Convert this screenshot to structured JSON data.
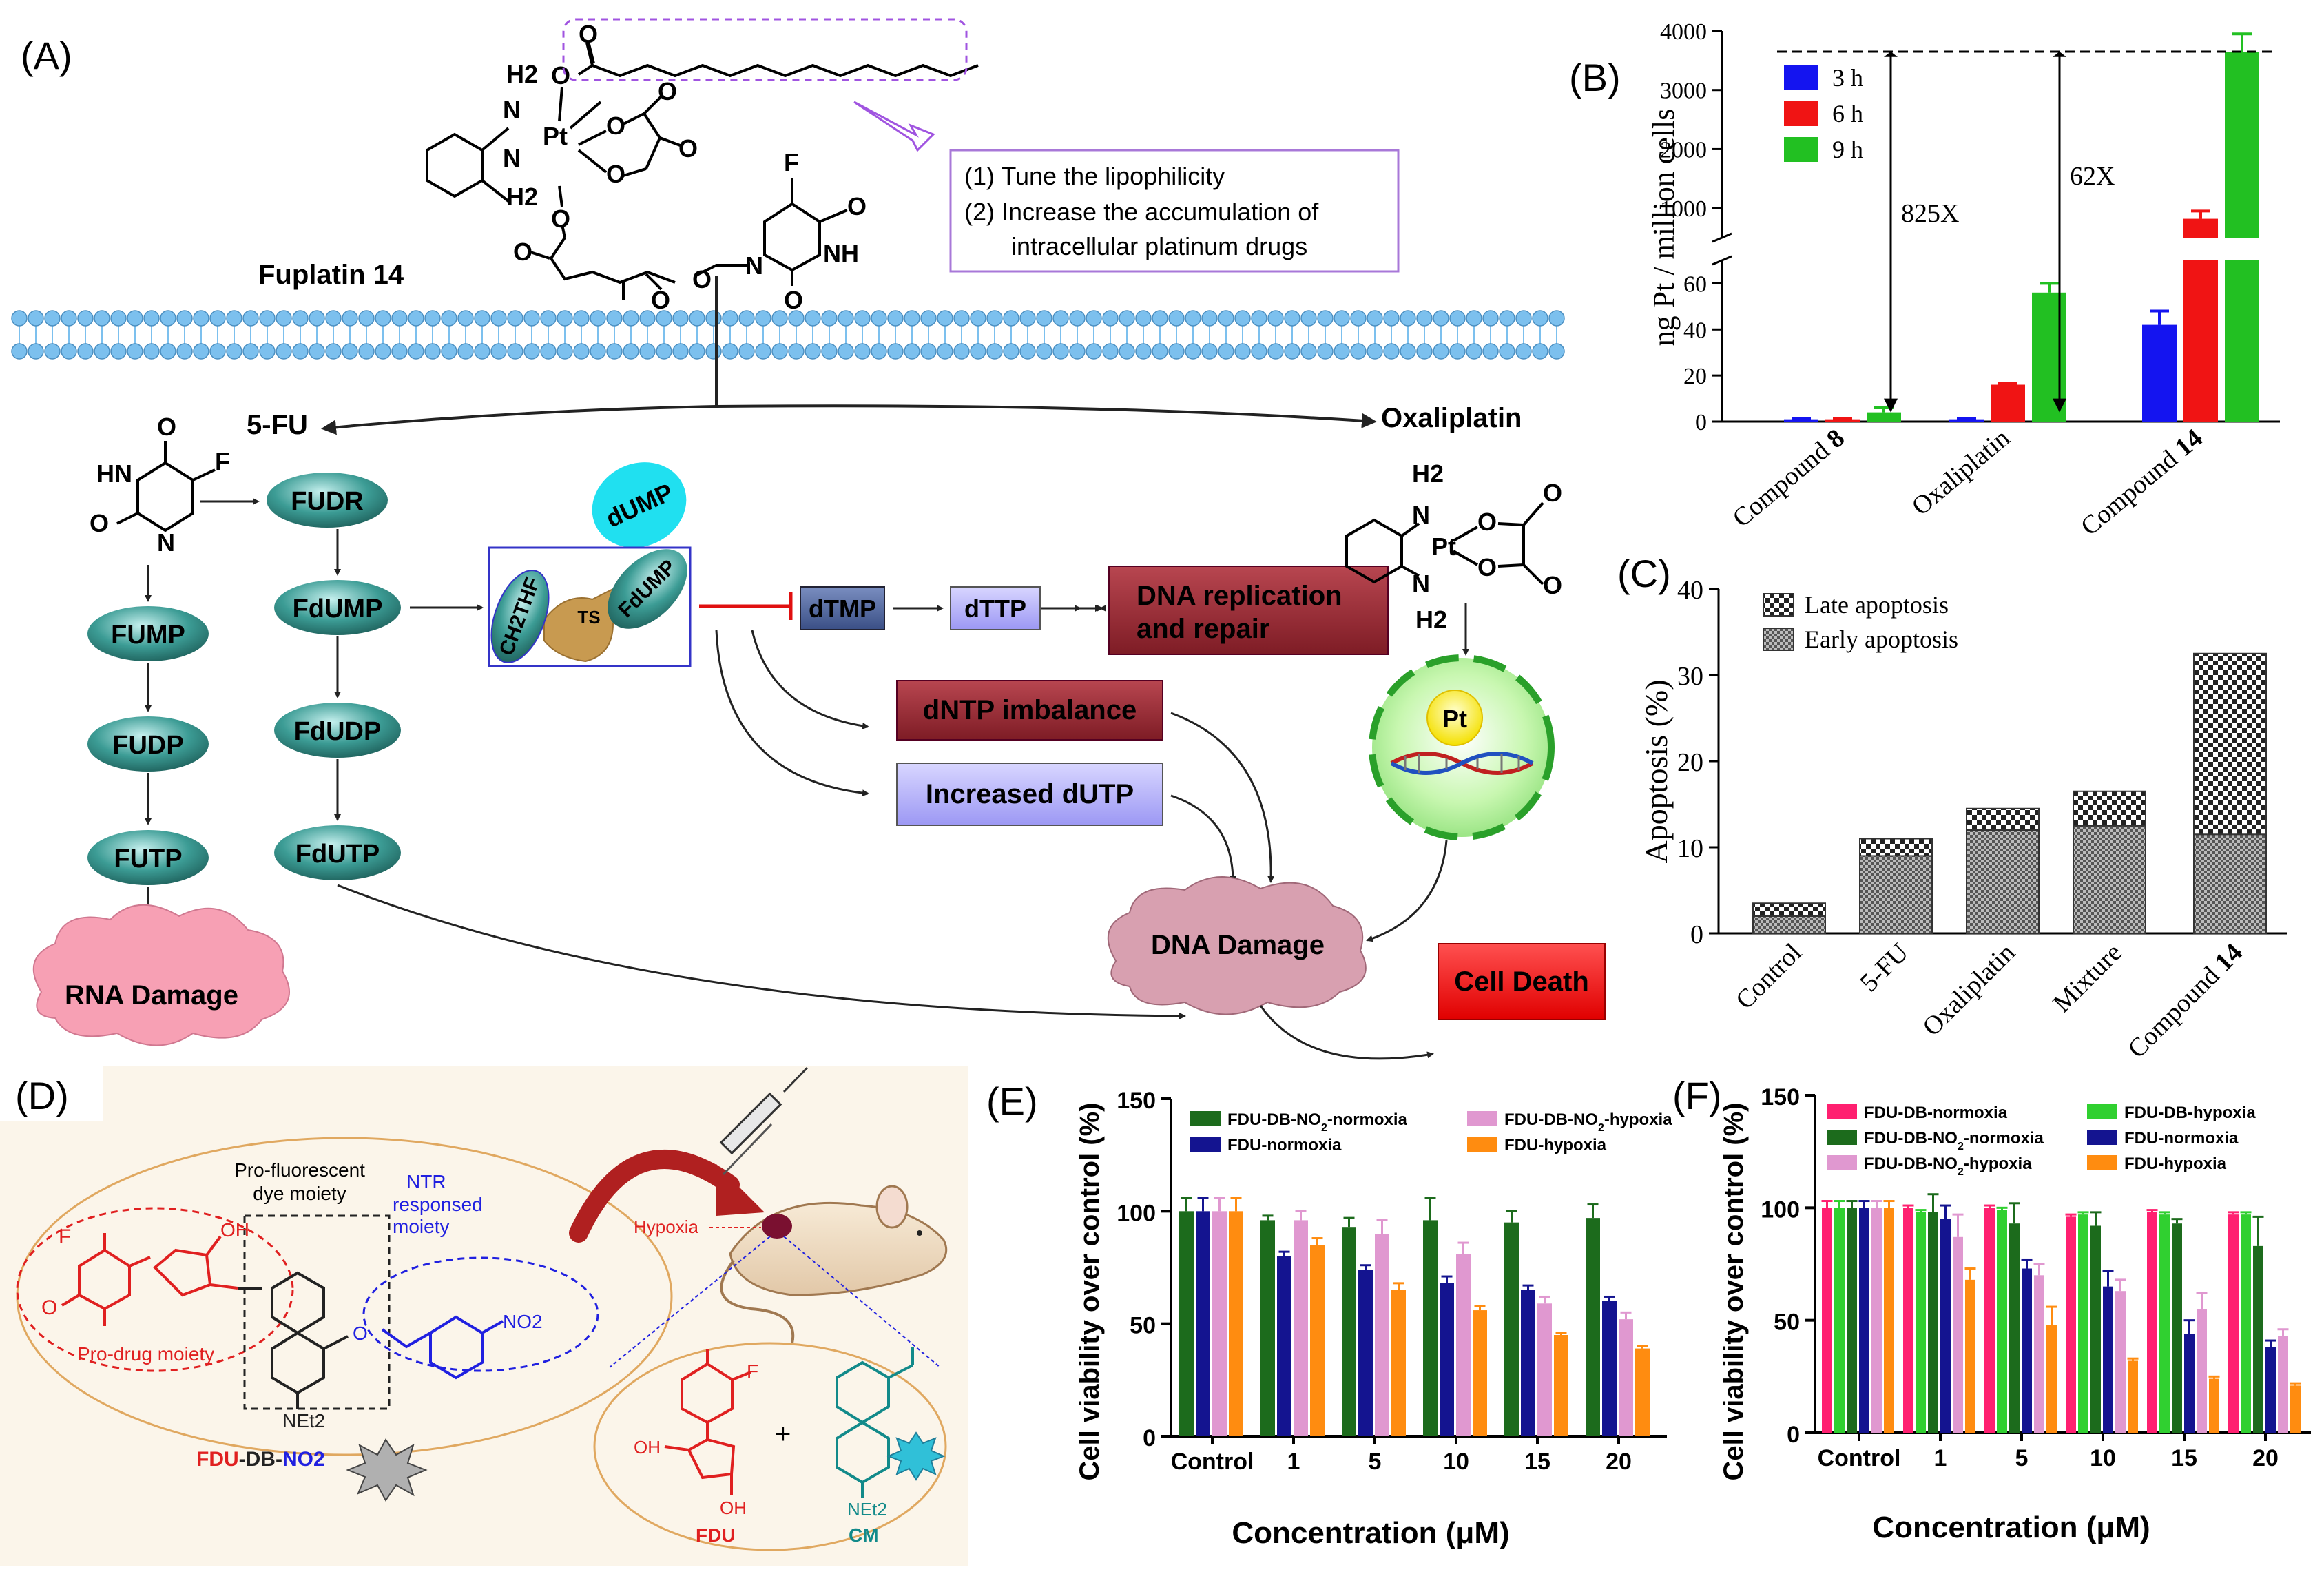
{
  "panels": {
    "A": "(A)",
    "B": "(B)",
    "C": "(C)",
    "D": "(D)",
    "E": "(E)",
    "F": "(F)"
  },
  "panelA": {
    "fuplatin": "Fuplatin 14",
    "note1": "(1) Tune the lipophilicity",
    "note2": "(2) Increase the accumulation of",
    "note3": "intracellular platinum drugs",
    "fu5": "5-FU",
    "oxaliplatin": "Oxaliplatin",
    "fudr": "FUDR",
    "fump": "FUMP",
    "fudp": "FUDP",
    "futp": "FUTP",
    "fdump": "FdUMP",
    "fdudp": "FdUDP",
    "fdutp": "FdUTP",
    "dump": "dUMP",
    "ch2thf": "CH2THF",
    "ts": "TS",
    "fdump_complex": "FdUMP",
    "dtmp": "dTMP",
    "dttp": "dTTP",
    "dna_rep1": "DNA replication",
    "dna_rep2": "and repair",
    "dntp": "dNTP imbalance",
    "dutp": "Increased dUTP",
    "rna_damage": "RNA Damage",
    "dna_damage": "DNA Damage",
    "cell_death": "Cell Death",
    "pt": "Pt",
    "atoms": {
      "H2": "H2",
      "N": "N",
      "Pt": "Pt",
      "O": "O",
      "F": "F",
      "HN": "HN",
      "NH": "NH"
    }
  },
  "panelD": {
    "profluor1": "Pro-fluorescent",
    "profluor2": "dye moiety",
    "ntr1": "NTR",
    "ntr2": "responsed",
    "ntr3": "moiety",
    "prodrug": "Pro-drug moiety",
    "hypoxia": "Hypoxia",
    "fdu_db": "FDU",
    "db": "-DB-",
    "no2": "NO2",
    "fdu": "FDU",
    "cm": "CM",
    "net2": "NEt2",
    "oh": "OH",
    "plus": "+"
  },
  "colors": {
    "blue3h": "#1414f0",
    "red6h": "#f01414",
    "green9h": "#22c022",
    "oval_teal": "#2e8c86",
    "dark_red_box": "#9a2832",
    "light_blue_box": "#b6b4ff",
    "dna_damage_pink": "#d8a0b0",
    "rna_damage_pink": "#f7a0b4",
    "cell_death_red": "#f01010",
    "dump_cyan": "#20e0f0",
    "membrane_blue": "#7cc0ee",
    "normoxia_dkgreen": "#1c6b1c",
    "normoxia_navy": "#141490",
    "hypoxia_pink": "#e098d0",
    "hypoxia_orange": "#ff8c10",
    "db_normoxia_pink": "#ff2070",
    "db_hypoxia_green": "#30d030"
  },
  "chart_data": [
    {
      "type": "bar",
      "panel": "B",
      "ylabel": "ng Pt / million cells",
      "categories": [
        "Compound 8",
        "Oxaliplatin",
        "Compound 14"
      ],
      "series": [
        {
          "name": "3 h",
          "values": [
            1,
            1,
            42
          ],
          "errors": [
            0.3,
            0.3,
            6
          ]
        },
        {
          "name": "6 h",
          "values": [
            1,
            16,
            820
          ],
          "errors": [
            0.3,
            0.5,
            130
          ]
        },
        {
          "name": "9 h",
          "values": [
            4,
            56,
            3650
          ],
          "errors": [
            2,
            4,
            300
          ]
        }
      ],
      "broken_axis": {
        "lower": [
          0,
          70
        ],
        "upper": [
          500,
          4000
        ]
      },
      "lower_ticks": [
        "0",
        "20",
        "40",
        "60"
      ],
      "upper_ticks": [
        "1000",
        "2000",
        "3000",
        "4000"
      ],
      "annotations": [
        "825X",
        "62X"
      ],
      "legend": "top-left"
    },
    {
      "type": "bar",
      "panel": "C",
      "ylabel": "Apoptosis (%)",
      "categories": [
        "Control",
        "5-FU",
        "Oxaliplatin",
        "Mixture",
        "Compound 14"
      ],
      "series": [
        {
          "name": "Early apoptosis",
          "values": [
            2,
            9,
            12,
            12.5,
            11.5
          ]
        },
        {
          "name": "Late apoptosis",
          "values": [
            1.5,
            2,
            2.5,
            4,
            21
          ]
        }
      ],
      "ylim": [
        0,
        40
      ],
      "ticks": [
        "0",
        "10",
        "20",
        "30",
        "40"
      ],
      "stacked": true,
      "legend": "top-left"
    },
    {
      "type": "bar",
      "panel": "E",
      "ylabel": "Cell viability over control (%)",
      "xlabel": "Concentration (μM)",
      "categories": [
        "Control",
        "1",
        "5",
        "10",
        "15",
        "20"
      ],
      "series": [
        {
          "name": "FDU-DB-NO2-normoxia",
          "values": [
            100,
            96,
            93,
            96,
            95,
            97
          ],
          "errors": [
            6,
            2,
            4,
            10,
            5,
            6
          ]
        },
        {
          "name": "FDU-normoxia",
          "values": [
            100,
            80,
            74,
            68,
            65,
            60
          ],
          "errors": [
            6,
            2,
            2,
            3,
            2,
            2
          ]
        },
        {
          "name": "FDU-DB-NO2-hypoxia",
          "values": [
            100,
            96,
            90,
            81,
            59,
            52
          ],
          "errors": [
            6,
            4,
            6,
            5,
            3,
            3
          ]
        },
        {
          "name": "FDU-hypoxia",
          "values": [
            100,
            85,
            65,
            56,
            45,
            39
          ],
          "errors": [
            6,
            3,
            3,
            2,
            1,
            1
          ]
        }
      ],
      "ylim": [
        0,
        150
      ],
      "ticks": [
        "0",
        "50",
        "100",
        "150"
      ],
      "legend": "top"
    },
    {
      "type": "bar",
      "panel": "F",
      "ylabel": "Cell viability over control (%)",
      "xlabel": "Concentration (μM)",
      "categories": [
        "Control",
        "1",
        "5",
        "10",
        "15",
        "20"
      ],
      "series": [
        {
          "name": "FDU-DB-normoxia",
          "values": [
            100,
            100,
            100,
            96,
            98,
            97
          ],
          "errors": [
            3,
            1,
            1,
            1,
            1,
            1
          ]
        },
        {
          "name": "FDU-DB-hypoxia",
          "values": [
            100,
            98,
            99,
            97,
            97,
            97
          ],
          "errors": [
            3,
            1,
            1,
            1,
            1,
            1
          ]
        },
        {
          "name": "FDU-DB-NO2-normoxia",
          "values": [
            100,
            98,
            93,
            92,
            93,
            83
          ],
          "errors": [
            3,
            8,
            9,
            6,
            2,
            13
          ]
        },
        {
          "name": "FDU-normoxia",
          "values": [
            100,
            95,
            73,
            65,
            44,
            38
          ],
          "errors": [
            3,
            6,
            4,
            7,
            6,
            3
          ]
        },
        {
          "name": "FDU-DB-NO2-hypoxia",
          "values": [
            100,
            87,
            70,
            63,
            55,
            43
          ],
          "errors": [
            3,
            10,
            5,
            5,
            7,
            3
          ]
        },
        {
          "name": "FDU-hypoxia",
          "values": [
            100,
            68,
            48,
            32,
            24,
            21
          ],
          "errors": [
            3,
            5,
            8,
            1,
            1,
            1
          ]
        }
      ],
      "ylim": [
        0,
        150
      ],
      "ticks": [
        "0",
        "50",
        "100",
        "150"
      ],
      "legend": "top"
    }
  ]
}
